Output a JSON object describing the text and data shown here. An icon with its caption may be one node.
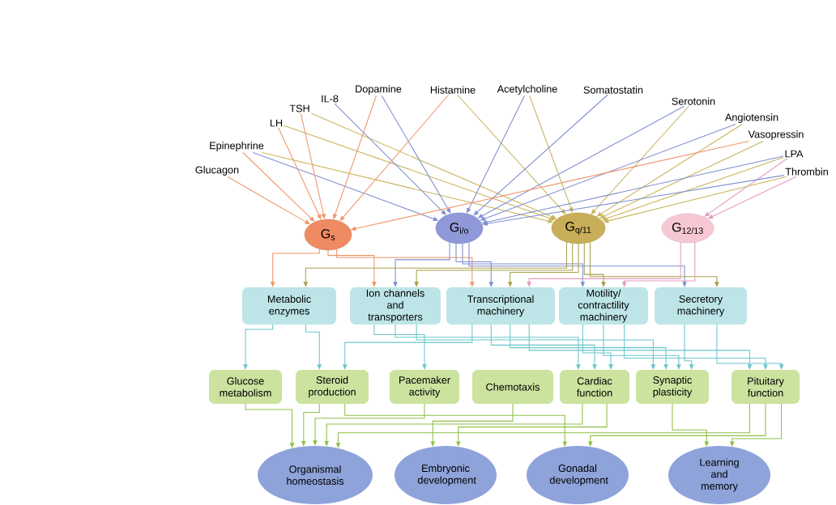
{
  "diagram": {
    "nodes": [
      {
        "text": [
          "Glucagon"
        ]
      },
      {
        "text": [
          "Epinephrine"
        ]
      },
      {
        "text": [
          "LH"
        ]
      },
      {
        "text": [
          "TSH"
        ]
      },
      {
        "text": [
          "IL-8"
        ]
      },
      {
        "text": [
          "Dopamine"
        ]
      },
      {
        "text": [
          "Histamine"
        ]
      },
      {
        "text": [
          "Acetylcholine"
        ]
      },
      {
        "text": [
          "Somatostatin"
        ]
      },
      {
        "text": [
          "Serotonin"
        ]
      },
      {
        "text": [
          "Angiotensin"
        ]
      },
      {
        "text": [
          "Vasopressin"
        ]
      },
      {
        "text": [
          "LPA"
        ]
      },
      {
        "text": [
          "Thrombin"
        ]
      },
      {
        "text": [
          "G$_{s}$"
        ]
      },
      {
        "text": [
          "G$_{i/o}$"
        ]
      },
      {
        "text": [
          "G$_{q/11}$"
        ]
      },
      {
        "text": [
          "G$_{12/13}$"
        ]
      },
      {
        "text": [
          "Metabolic enzymes"
        ]
      },
      {
        "text": [
          "Ion channels and transporters"
        ]
      },
      {
        "text": [
          "Transcriptional machinery"
        ]
      },
      {
        "text": [
          "Motility/ contractility machinery"
        ]
      },
      {
        "text": [
          "Secretory machinery"
        ]
      },
      {
        "text": [
          "Glucose metabolism"
        ]
      },
      {
        "text": [
          "Steroid production"
        ]
      },
      {
        "text": [
          "Pacemaker activity"
        ]
      },
      {
        "text": [
          "Chemotaxis"
        ]
      },
      {
        "text": [
          "Cardiac function"
        ]
      },
      {
        "text": [
          "Synaptic plasticity"
        ]
      },
      {
        "text": [
          "Pituitary function"
        ]
      },
      {
        "text": [
          "Organismal homeostasis"
        ]
      },
      {
        "text": [
          "Embryonic development"
        ]
      },
      {
        "text": [
          "Gonadal development"
        ]
      },
      {
        "text": [
          "Learning and memory"
        ]
      }
    ],
    "edges": [
      {
        "from": 0,
        "to": 14,
        "arrow": "to",
        "color": "#f0956b"
      },
      {
        "from": 1,
        "to": 14,
        "arrow": "to",
        "color": "#f0956b"
      },
      {
        "from": 1,
        "to": 15,
        "arrow": "to",
        "color": "#7f8fd0"
      },
      {
        "from": 1,
        "to": 16,
        "arrow": "to",
        "color": "#c9b35a"
      },
      {
        "from": 2,
        "to": 14,
        "arrow": "to",
        "color": "#f0956b"
      },
      {
        "from": 2,
        "to": 16,
        "arrow": "to",
        "color": "#c9b35a"
      },
      {
        "from": 3,
        "to": 14,
        "arrow": "to",
        "color": "#f0956b"
      },
      {
        "from": 3,
        "to": 16,
        "arrow": "to",
        "color": "#c9b35a"
      },
      {
        "from": 4,
        "to": 15,
        "arrow": "to",
        "color": "#7f8fd0"
      },
      {
        "from": 5,
        "to": 14,
        "arrow": "to",
        "color": "#f0956b"
      },
      {
        "from": 5,
        "to": 15,
        "arrow": "to",
        "color": "#7f8fd0"
      },
      {
        "from": 6,
        "to": 14,
        "arrow": "to",
        "color": "#f0956b"
      },
      {
        "from": 6,
        "to": 16,
        "arrow": "to",
        "color": "#c9b35a"
      },
      {
        "from": 7,
        "to": 15,
        "arrow": "to",
        "color": "#7f8fd0"
      },
      {
        "from": 7,
        "to": 16,
        "arrow": "to",
        "color": "#c9b35a"
      },
      {
        "from": 8,
        "to": 15,
        "arrow": "to",
        "color": "#7f8fd0"
      },
      {
        "from": 9,
        "to": 15,
        "arrow": "to",
        "color": "#7f8fd0"
      },
      {
        "from": 9,
        "to": 16,
        "arrow": "to",
        "color": "#c9b35a"
      },
      {
        "from": 10,
        "to": 15,
        "arrow": "to",
        "color": "#7f8fd0"
      },
      {
        "from": 10,
        "to": 16,
        "arrow": "to",
        "color": "#c9b35a"
      },
      {
        "from": 11,
        "to": 14,
        "arrow": "to",
        "color": "#f0956b"
      },
      {
        "from": 11,
        "to": 16,
        "arrow": "to",
        "color": "#c9b35a"
      },
      {
        "from": 12,
        "to": 15,
        "arrow": "to",
        "color": "#7f8fd0"
      },
      {
        "from": 12,
        "to": 16,
        "arrow": "to",
        "color": "#c9b35a"
      },
      {
        "from": 12,
        "to": 17,
        "arrow": "to",
        "color": "#e39bbf"
      },
      {
        "from": 13,
        "to": 15,
        "arrow": "to",
        "color": "#7f8fd0"
      },
      {
        "from": 13,
        "to": 16,
        "arrow": "to",
        "color": "#c9b35a"
      },
      {
        "from": 13,
        "to": 17,
        "arrow": "to",
        "color": "#e39bbf"
      },
      {
        "from": 14,
        "to": 18,
        "arrow": "to",
        "color": "#f0956b"
      },
      {
        "from": 14,
        "to": 19,
        "arrow": "to",
        "color": "#f0956b"
      },
      {
        "from": 14,
        "to": 20,
        "arrow": "to",
        "color": "#f0956b"
      },
      {
        "from": 15,
        "to": 19,
        "arrow": "to",
        "color": "#7f8fd0"
      },
      {
        "from": 15,
        "to": 20,
        "arrow": "to",
        "color": "#7f8fd0"
      },
      {
        "from": 15,
        "to": 21,
        "arrow": "to",
        "color": "#7f8fd0"
      },
      {
        "from": 15,
        "to": 22,
        "arrow": "to",
        "color": "#7f8fd0"
      },
      {
        "from": 16,
        "to": 18,
        "arrow": "to",
        "color": "#a9a14a"
      },
      {
        "from": 16,
        "to": 19,
        "arrow": "to",
        "color": "#a9a14a"
      },
      {
        "from": 16,
        "to": 20,
        "arrow": "to",
        "color": "#a9a14a"
      },
      {
        "from": 16,
        "to": 21,
        "arrow": "to",
        "color": "#a9a14a"
      },
      {
        "from": 16,
        "to": 22,
        "arrow": "to",
        "color": "#a9a14a"
      },
      {
        "from": 17,
        "to": 20,
        "arrow": "to",
        "color": "#e39bbf"
      },
      {
        "from": 17,
        "to": 21,
        "arrow": "to",
        "color": "#e39bbf"
      },
      {
        "from": 18,
        "to": 23,
        "arrow": "to",
        "color": "#6cc5cc"
      },
      {
        "from": 18,
        "to": 24,
        "arrow": "to",
        "color": "#6cc5cc"
      },
      {
        "from": 20,
        "to": 24,
        "arrow": "to",
        "color": "#6cc5cc"
      },
      {
        "from": 19,
        "to": 25,
        "arrow": "to",
        "color": "#6cc5cc"
      },
      {
        "from": 19,
        "to": 27,
        "arrow": "to",
        "color": "#6cc5cc"
      },
      {
        "from": 20,
        "to": 27,
        "arrow": "to",
        "color": "#6cc5cc"
      },
      {
        "from": 21,
        "to": 27,
        "arrow": "to",
        "color": "#6cc5cc"
      },
      {
        "from": 19,
        "to": 28,
        "arrow": "to",
        "color": "#6cc5cc"
      },
      {
        "from": 20,
        "to": 28,
        "arrow": "to",
        "color": "#6cc5cc"
      },
      {
        "from": 21,
        "to": 28,
        "arrow": "to",
        "color": "#6cc5cc"
      },
      {
        "from": 22,
        "to": 28,
        "arrow": "to",
        "color": "#6cc5cc"
      },
      {
        "from": 20,
        "to": 29,
        "arrow": "to",
        "color": "#6cc5cc"
      },
      {
        "from": 21,
        "to": 29,
        "arrow": "to",
        "color": "#6cc5cc"
      },
      {
        "from": 22,
        "to": 29,
        "arrow": "to",
        "color": "#6cc5cc"
      },
      {
        "from": 23,
        "to": 30,
        "arrow": "to",
        "color": "#8fc04a"
      },
      {
        "from": 24,
        "to": 30,
        "arrow": "to",
        "color": "#8fc04a"
      },
      {
        "from": 25,
        "to": 30,
        "arrow": "to",
        "color": "#8fc04a"
      },
      {
        "from": 27,
        "to": 30,
        "arrow": "to",
        "color": "#8fc04a"
      },
      {
        "from": 29,
        "to": 30,
        "arrow": "to",
        "color": "#8fc04a"
      },
      {
        "from": 26,
        "to": 31,
        "arrow": "to",
        "color": "#8fc04a"
      },
      {
        "from": 27,
        "to": 31,
        "arrow": "to",
        "color": "#8fc04a"
      },
      {
        "from": 24,
        "to": 32,
        "arrow": "to",
        "color": "#8fc04a"
      },
      {
        "from": 29,
        "to": 32,
        "arrow": "to",
        "color": "#8fc04a"
      },
      {
        "from": 28,
        "to": 33,
        "arrow": "to",
        "color": "#8fc04a"
      },
      {
        "from": 29,
        "to": 33,
        "arrow": "to",
        "color": "#8fc04a"
      }
    ]
  }
}
